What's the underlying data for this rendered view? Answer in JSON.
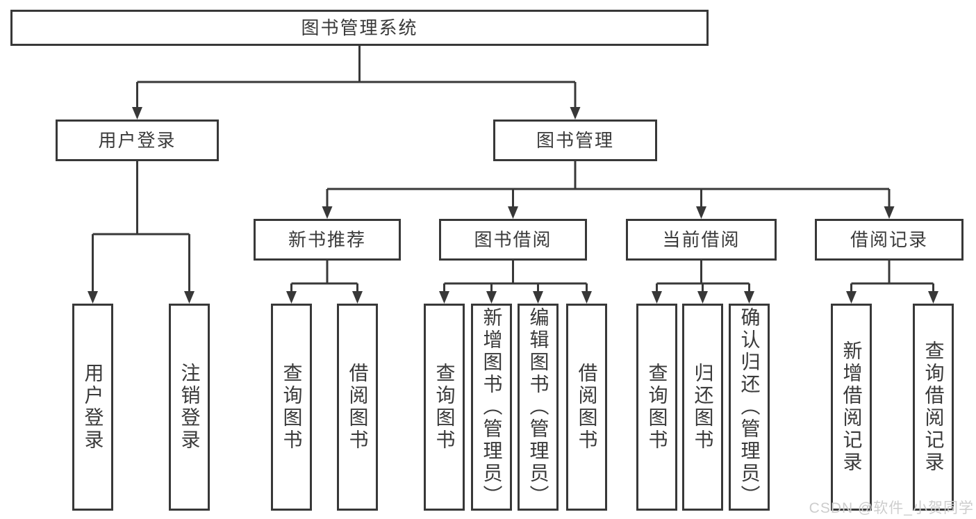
{
  "tree": {
    "label": "图书管理系统",
    "children": [
      {
        "label": "用户登录",
        "children": [
          {
            "label": "用户登录"
          },
          {
            "label": "注销登录"
          }
        ]
      },
      {
        "label": "图书管理",
        "children": [
          {
            "label": "新书推荐",
            "children": [
              {
                "label": "查询图书"
              },
              {
                "label": "借阅图书"
              }
            ]
          },
          {
            "label": "图书借阅",
            "children": [
              {
                "label": "查询图书"
              },
              {
                "label": "新增图书（管理员）"
              },
              {
                "label": "编辑图书（管理员）"
              },
              {
                "label": "借阅图书"
              }
            ]
          },
          {
            "label": "当前借阅",
            "children": [
              {
                "label": "查询图书"
              },
              {
                "label": "归还图书"
              },
              {
                "label": "确认归还（管理员）"
              }
            ]
          },
          {
            "label": "借阅记录",
            "children": [
              {
                "label": "新增借阅记录"
              },
              {
                "label": "查询借阅记录"
              }
            ]
          }
        ]
      }
    ]
  },
  "watermark": "CSDN @软件_小贺同学",
  "colors": {
    "line": "#383838",
    "text": "#3a3a3a",
    "background": "#ffffff",
    "watermark": "#cdcdcd"
  }
}
